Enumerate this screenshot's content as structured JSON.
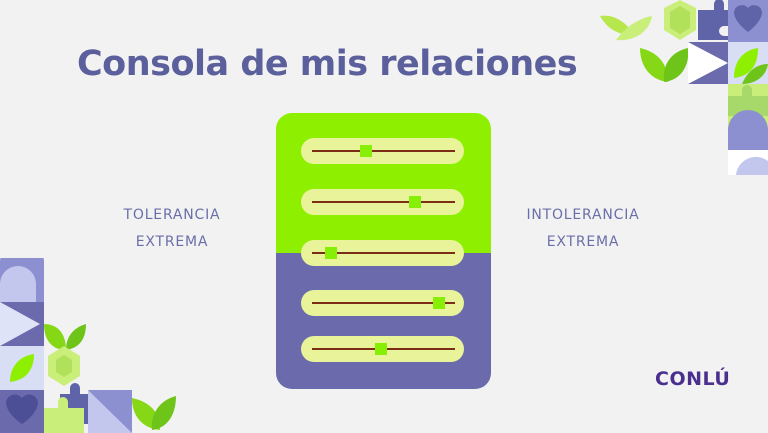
{
  "title": "Consola de mis relaciones",
  "left_label": {
    "line1": "TOLERANCIA",
    "line2": "EXTREMA"
  },
  "right_label": {
    "line1": "INTOLERANCIA",
    "line2": "EXTREMA"
  },
  "logo": "CONLÚ",
  "sliders": [
    {
      "value": 0.38
    },
    {
      "value": 0.72
    },
    {
      "value": 0.13
    },
    {
      "value": 0.89
    },
    {
      "value": 0.48
    }
  ],
  "colors": {
    "title": "#5b5f9c",
    "green": "#8ef000",
    "purple": "#6a6aad",
    "slider_track_bg": "#e8f39a",
    "slider_line": "#7b2d16",
    "thumb": "#86ef05",
    "logo": "#4a2f8f"
  }
}
